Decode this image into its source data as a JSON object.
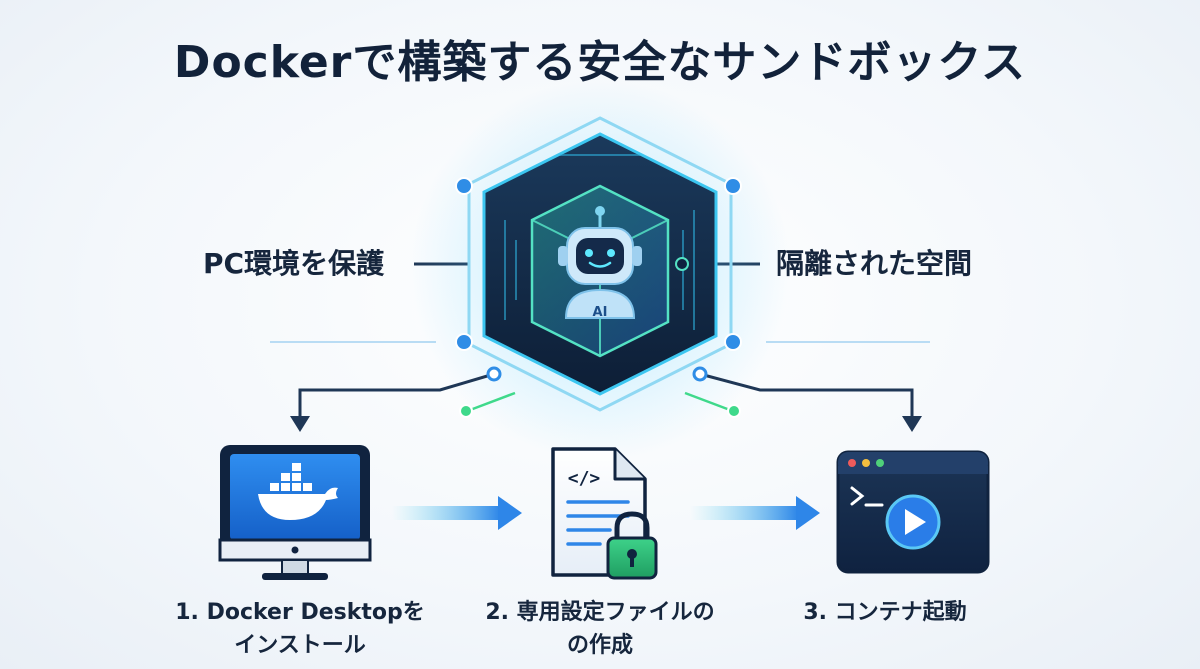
{
  "title": "Dockerで構築する安全なサンドボックス",
  "labels": {
    "left": "PC環境を保護",
    "right": "隔離された空間",
    "robot_badge": "AI"
  },
  "steps": [
    {
      "line1": "1. Docker Desktopを",
      "line2": "インストール"
    },
    {
      "line1": "2. 専用設定ファイルの",
      "line2": "の作成"
    },
    {
      "line1": "3. コンテナ起動",
      "line2": ""
    }
  ],
  "icons": {
    "center": "ai-robot-in-hexagon-icon",
    "step1": "docker-desktop-monitor-icon",
    "step2": "locked-config-file-icon",
    "step3": "terminal-play-window-icon"
  },
  "colors": {
    "navy": "#13294b",
    "blue": "#2b7de9",
    "cyan": "#29c8e8",
    "green": "#3fd98b"
  }
}
